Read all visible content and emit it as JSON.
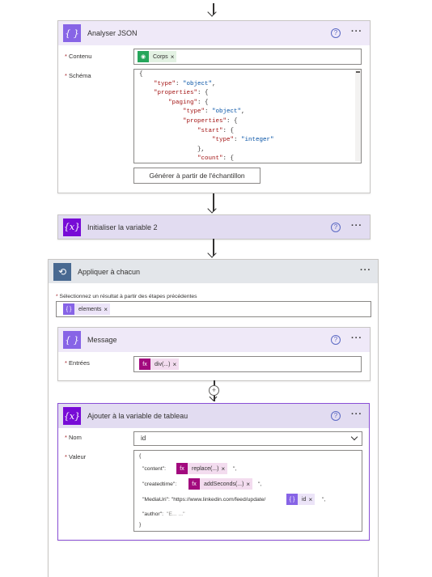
{
  "parse_json": {
    "title": "Analyser JSON",
    "help": "?",
    "more": "···",
    "content_label": "Contenu",
    "content_token": "Corps",
    "schema_label": "Schéma",
    "schema_lines": [
      "{",
      "    \"type\": \"object\",",
      "    \"properties\": {",
      "        \"paging\": {",
      "            \"type\": \"object\",",
      "            \"properties\": {",
      "                \"start\": {",
      "                    \"type\": \"integer\"",
      "                },",
      "                \"count\": {"
    ],
    "generate_button": "Générer à partir de l'échantillon"
  },
  "init_var": {
    "title": "Initialiser la variable 2",
    "help": "?",
    "more": "···"
  },
  "apply_each": {
    "title": "Appliquer à chacun",
    "more": "···",
    "select_label": "Sélectionnez un résultat à partir des étapes précédentes",
    "token": "elements"
  },
  "message": {
    "title": "Message",
    "help": "?",
    "more": "···",
    "inputs_label": "Entrées",
    "token": "div(...)"
  },
  "append_var": {
    "title": "Ajouter à la variable de tableau",
    "help": "?",
    "more": "···",
    "name_label": "Nom",
    "name_value": "id",
    "value_label": "Valeur",
    "open_brace": "{",
    "content_key": "\"content\":",
    "content_token": "replace(...)",
    "content_suffix": "\",",
    "created_key": "\"createdtime\":",
    "created_token": "addSeconds(...)",
    "created_suffix": "\",",
    "media_key": "\"MediaUri\": \"https://www.linkedin.com/feed/update/",
    "media_token": "id",
    "media_suffix": "\",",
    "author_key": "\"author\":",
    "author_value": "\"E... ...\"",
    "close_brace": "}"
  },
  "colors": {
    "purple_icon": "#8764e6",
    "variable_icon": "#770bd6",
    "loop_icon": "#486991",
    "expression_token": "#a2097e",
    "data_token": "#26a65b"
  }
}
